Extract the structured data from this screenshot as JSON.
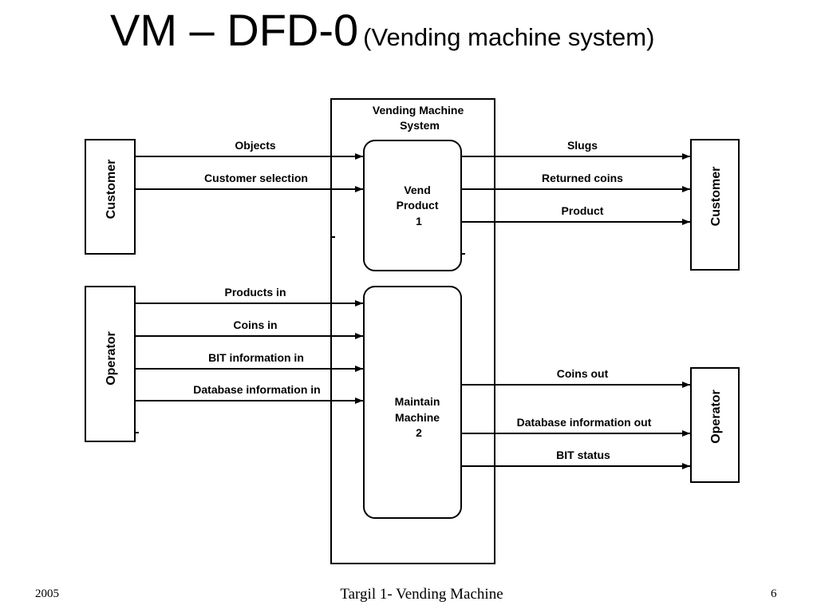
{
  "slide": {
    "title": "VM – DFD-0",
    "subtitle": "(Vending machine system)"
  },
  "diagram": {
    "system_label": [
      "Vending Machine",
      "System"
    ],
    "processes": {
      "vend": [
        "Vend",
        "Product",
        "1"
      ],
      "maintain": [
        "Maintain",
        "Machine",
        "2"
      ]
    },
    "entities": {
      "customer_left": "Customer",
      "operator_left": "Operator",
      "customer_right": "Customer",
      "operator_right": "Operator"
    },
    "flows": {
      "objects": "Objects",
      "customer_selection": "Customer selection",
      "slugs": "Slugs",
      "returned_coins": "Returned coins",
      "product": "Product",
      "products_in": "Products in",
      "coins_in": "Coins in",
      "bit_information_in": "BIT information in",
      "database_information_in": "Database information in",
      "coins_out": "Coins out",
      "database_information_out": "Database information out",
      "bit_status": "BIT status"
    }
  },
  "footer": {
    "year": "2005",
    "center": "Targil 1- Vending Machine",
    "page": "6"
  }
}
